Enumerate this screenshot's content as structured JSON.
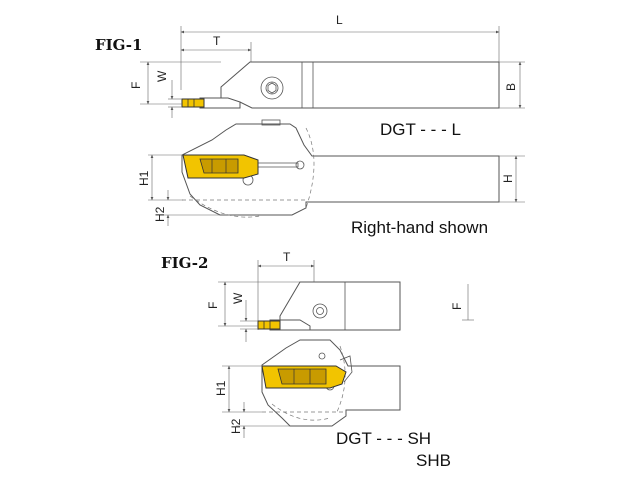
{
  "fig1": {
    "title": "FIG-1",
    "labels": {
      "L": "L",
      "T": "T",
      "F": "F",
      "W": "W",
      "B": "B",
      "H1": "H1",
      "H2": "H2",
      "H": "H"
    },
    "model": "DGT - - - L",
    "note": "Right-hand shown"
  },
  "fig2": {
    "title": "FIG-2",
    "labels": {
      "T": "T",
      "F": "F",
      "W": "W",
      "F_right": "F",
      "H1": "H1",
      "H2": "H2"
    },
    "model_line1": "DGT - - - SH",
    "model_line2": "SHB"
  },
  "colors": {
    "insert": "#f2c400",
    "outline": "#555555"
  }
}
